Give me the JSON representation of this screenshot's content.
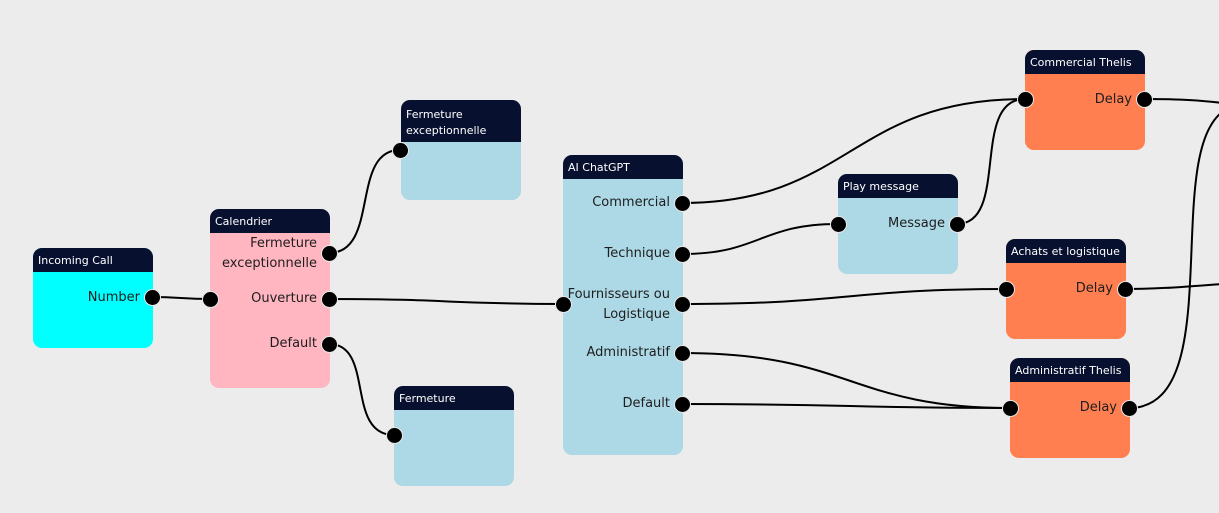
{
  "nodes": {
    "incoming_call": {
      "title": "Incoming Call",
      "outputs": [
        "Number"
      ],
      "color": "#00ffff"
    },
    "calendrier": {
      "title": "Calendrier",
      "outputs": [
        "Fermeture exceptionnelle",
        "Ouverture",
        "Default"
      ],
      "color": "#ffb6c1"
    },
    "fermeture_exceptionnelle": {
      "title": "Fermeture exceptionnelle",
      "color": "#add8e6"
    },
    "fermeture": {
      "title": "Fermeture",
      "color": "#add8e6"
    },
    "ai_chatgpt": {
      "title": "AI ChatGPT",
      "outputs": [
        "Commercial",
        "Technique",
        "Fournisseurs ou Logistique",
        "Administratif",
        "Default"
      ],
      "color": "#add8e6"
    },
    "play_message": {
      "title": "Play message",
      "outputs": [
        "Message"
      ],
      "color": "#add8e6"
    },
    "commercial_thelis": {
      "title": "Commercial Thelis",
      "outputs": [
        "Delay"
      ],
      "color": "#ff7f50"
    },
    "achats_logistique": {
      "title": "Achats et logistique",
      "outputs": [
        "Delay"
      ],
      "color": "#ff7f50"
    },
    "administratif_thelis": {
      "title": "Administratif Thelis",
      "outputs": [
        "Delay"
      ],
      "color": "#ff7f50"
    }
  },
  "header_color": "#08102f",
  "edge_color": "#000000"
}
